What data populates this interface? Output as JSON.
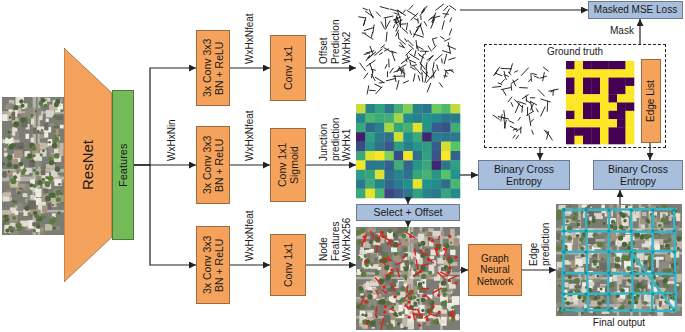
{
  "diagram": {
    "nodes": [
      {
        "text": [
          "ResNet"
        ]
      },
      {
        "text": [
          "Features"
        ]
      },
      {
        "text": [
          "3x Conv 3x3 BN + ReLU"
        ]
      },
      {
        "text": [
          "Conv 1x1"
        ]
      },
      {
        "text": [
          "Offset Prediction WxHx2"
        ]
      },
      {
        "text": [
          "Masked MSE Loss"
        ]
      },
      {
        "text": [
          "Ground truth"
        ]
      },
      {
        "text": [
          "Edge List"
        ],
        "in": 6
      },
      {
        "text": [
          "3x Conv 3x3 BN + ReLU"
        ]
      },
      {
        "text": [
          "Conv 1x1 Sigmoid"
        ]
      },
      {
        "text": [
          "Junction prediction WxHx1"
        ]
      },
      {
        "text": [
          "Binary Cross Entropy"
        ]
      },
      {
        "text": [
          "Binary Cross Entropy"
        ]
      },
      {
        "text": [
          "Select + Offset"
        ]
      },
      {
        "text": [
          "3x Conv 3x3 BN + ReLU"
        ]
      },
      {
        "text": [
          "Conv 1x1"
        ]
      },
      {
        "text": [
          "Node Features WxHx256"
        ]
      },
      {
        "text": [
          "Graph Neural Network"
        ]
      },
      {
        "text": [
          "Final output"
        ]
      }
    ],
    "edges": [
      {
        "from": 1,
        "to": 2,
        "arrow": "to"
      },
      {
        "from": 1,
        "to": 8,
        "label": "WxHxNin",
        "arrow": "to"
      },
      {
        "from": 1,
        "to": 14,
        "arrow": "to"
      },
      {
        "from": 2,
        "to": 3,
        "label": "WxHxNfeat",
        "arrow": "to"
      },
      {
        "from": 3,
        "to": 4,
        "arrow": "to"
      },
      {
        "from": 4,
        "to": 5,
        "arrow": "to"
      },
      {
        "from": 6,
        "to": 5,
        "label": "Mask",
        "arrow": "to"
      },
      {
        "from": 8,
        "to": 9,
        "label": "WxHxNfeat",
        "arrow": "to"
      },
      {
        "from": 9,
        "to": 10,
        "arrow": "to"
      },
      {
        "from": 10,
        "to": 11,
        "arrow": "to"
      },
      {
        "from": 6,
        "to": 11,
        "arrow": "to"
      },
      {
        "from": 7,
        "to": 12,
        "arrow": "to"
      },
      {
        "from": 18,
        "to": 12,
        "arrow": "to"
      },
      {
        "from": 10,
        "to": 13,
        "arrow": "to"
      },
      {
        "from": 13,
        "to": 16,
        "arrow": "to"
      },
      {
        "from": 14,
        "to": 15,
        "label": "WxHxNfeat",
        "arrow": "to"
      },
      {
        "from": 15,
        "to": 16,
        "arrow": "to"
      },
      {
        "from": 16,
        "to": 17,
        "arrow": "to"
      },
      {
        "from": 17,
        "to": 18,
        "label": "Edge prediction",
        "arrow": "to"
      }
    ]
  }
}
